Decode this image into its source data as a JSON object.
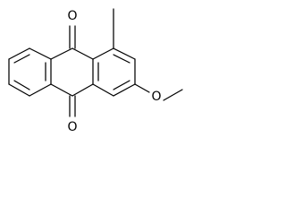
{
  "molecule": {
    "atoms": {
      "carbonyl_oxygen_top": "O",
      "carbonyl_oxygen_bottom": "O",
      "methoxy_oxygen": "O"
    }
  }
}
